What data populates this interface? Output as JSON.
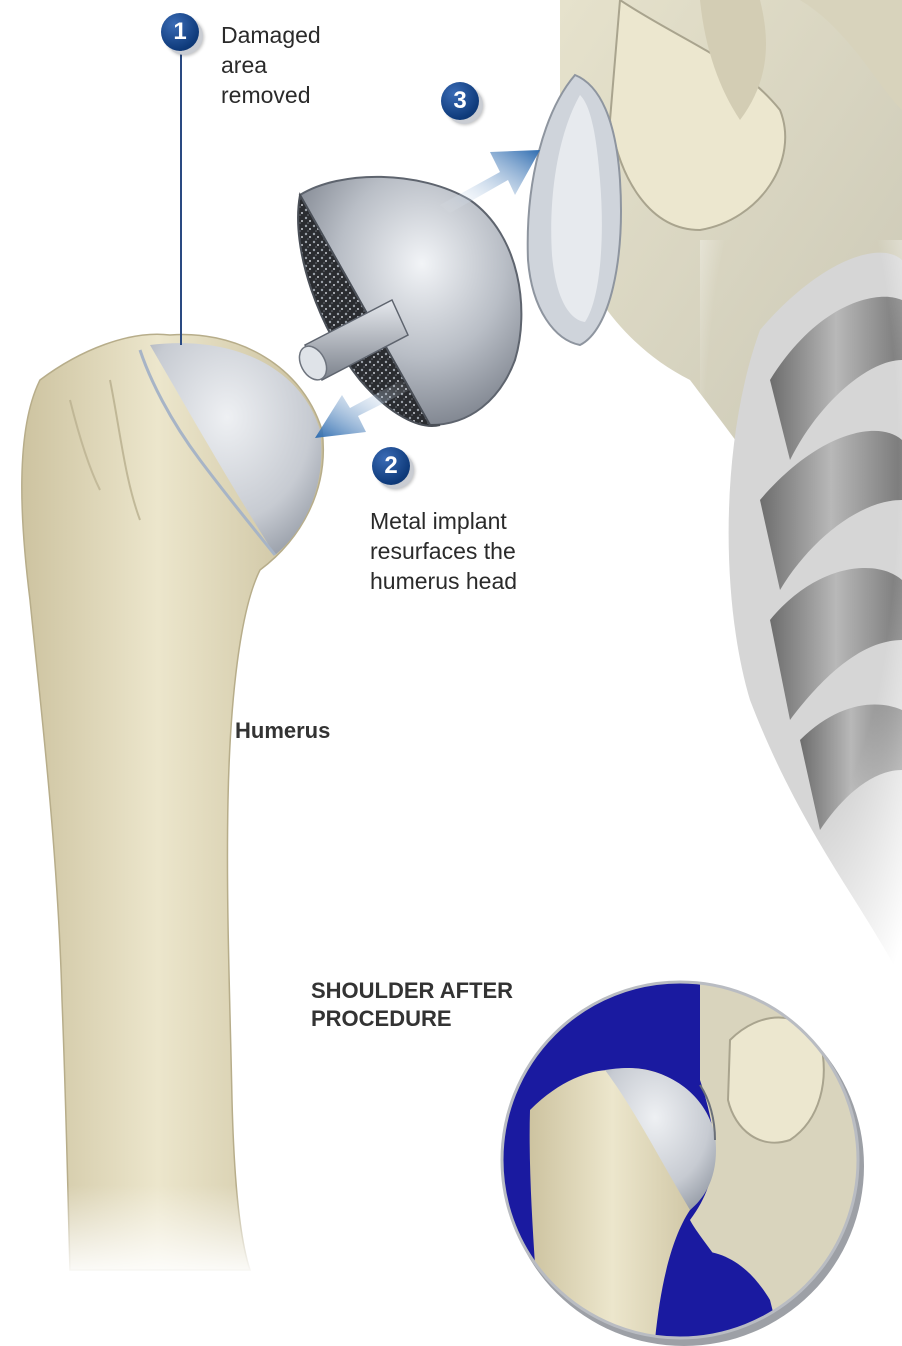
{
  "steps": [
    {
      "number": "1",
      "text": "Damaged area removed"
    },
    {
      "number": "2",
      "text": "Metal implant resurfaces the humerus head"
    },
    {
      "number": "3",
      "text": ""
    }
  ],
  "step1_lines": [
    "Damaged",
    "area",
    "removed"
  ],
  "step2_lines": [
    "Metal implant",
    "resurfaces the",
    "humerus head"
  ],
  "bone_label": "Humerus",
  "inset_title_lines": [
    "SHOULDER AFTER",
    "PROCEDURE"
  ],
  "colors": {
    "badge": "#0e3a7a",
    "leader_line": "#2a4a82",
    "arrow": "#2e6cb0",
    "bone": "#e4dcc0",
    "implant": "#a9adb5",
    "inset_background": "#1a1aa0"
  }
}
